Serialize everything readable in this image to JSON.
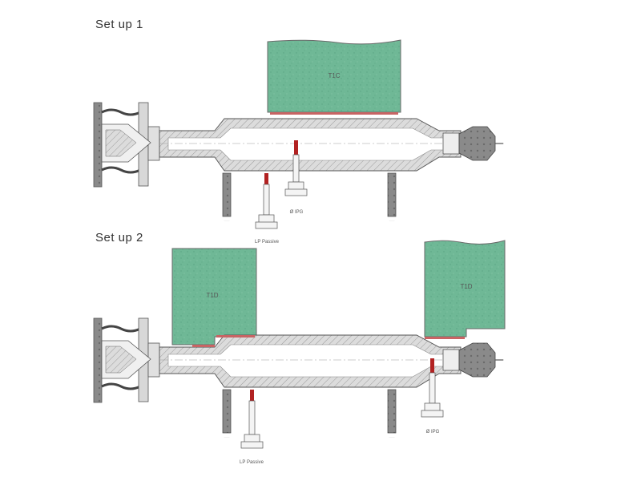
{
  "setup1": {
    "title": "Set up 1",
    "block_label": "T1C",
    "ipg_label": "Ø IPG",
    "lp_label": "LP Passive"
  },
  "setup2": {
    "title": "Set up 2",
    "block_left_label": "T1D",
    "block_right_label": "T1D",
    "ipg_label": "Ø IPG",
    "lp_label": "LP Passive"
  },
  "colors": {
    "block_green": "#6fb896",
    "probe_red": "#b22222",
    "steel_gray": "#cfcfcf",
    "outline": "#555555"
  }
}
